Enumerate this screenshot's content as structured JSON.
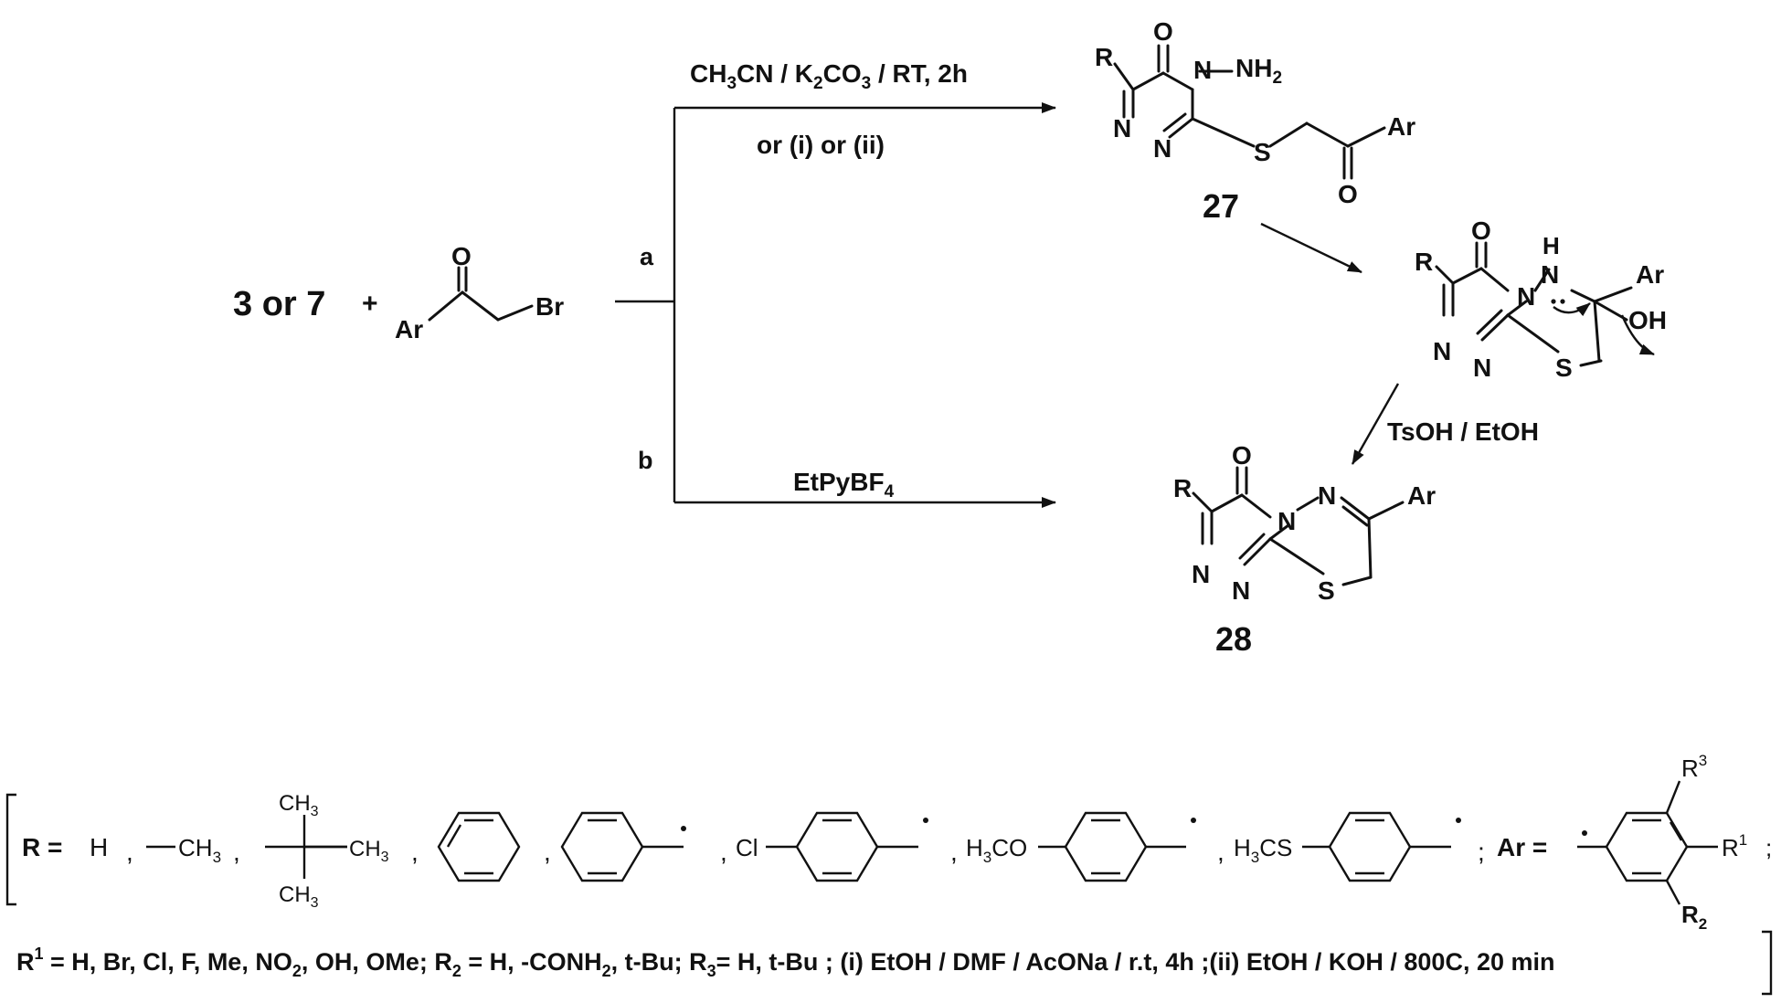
{
  "reactants": {
    "start": "3 or 7",
    "plus": "+"
  },
  "atoms": {
    "O": "O",
    "Br": "Br",
    "Ar": "Ar",
    "R": "R",
    "N": "N",
    "S": "S",
    "NH2": "NH",
    "H": "H",
    "OH": "OH",
    "two": "2",
    "one": "1",
    "three": "3"
  },
  "route_a": {
    "label": "a",
    "conditions_top": "CH",
    "conditions_sub1": "3",
    "conditions_mid": "CN /  K",
    "conditions_sub2": "2",
    "conditions_mid2": "CO",
    "conditions_sub3": "3",
    "conditions_end": " / RT, 2h",
    "conditions_bottom": "or (i) or (ii)"
  },
  "route_b": {
    "label": "b",
    "reagent": "EtPyBF",
    "reagent_sub": "4"
  },
  "cyclization": {
    "reagent": "TsOH / EtOH"
  },
  "compounds": {
    "c27": "27",
    "c28": "28"
  },
  "legend": {
    "R_label": "R =",
    "H": "H",
    "comma": ",",
    "methyl": "CH",
    "methyl_sub": "3",
    "cl": "Cl",
    "h3co": "H",
    "h3co_sub": "3",
    "h3co_end": "CO",
    "h3cs": "H",
    "h3cs_sub": "3",
    "h3cs_end": "CS",
    "semicolon": ";",
    "Ar_label": "Ar =",
    "R1": "R",
    "R1_sup": "1",
    "R2": "R",
    "R2_sub": "2",
    "R3": "R",
    "R3_sup": "3"
  },
  "footnote": {
    "p1": "R",
    "p1_sup": "1",
    "p2": " = H, Br, Cl, F, Me,  NO",
    "p2_sub": "2",
    "p3": ", OH, OMe;  R",
    "p3_sub": "2",
    "p4": " = H, -CONH",
    "p4_sub": "2",
    "p5": ", t-Bu; R",
    "p5_sub": "3",
    "p6": "= H, t-Bu ; (i) EtOH / DMF / AcONa / r.t, 4h ;(ii) EtOH / KOH / 800C, 20 min"
  }
}
